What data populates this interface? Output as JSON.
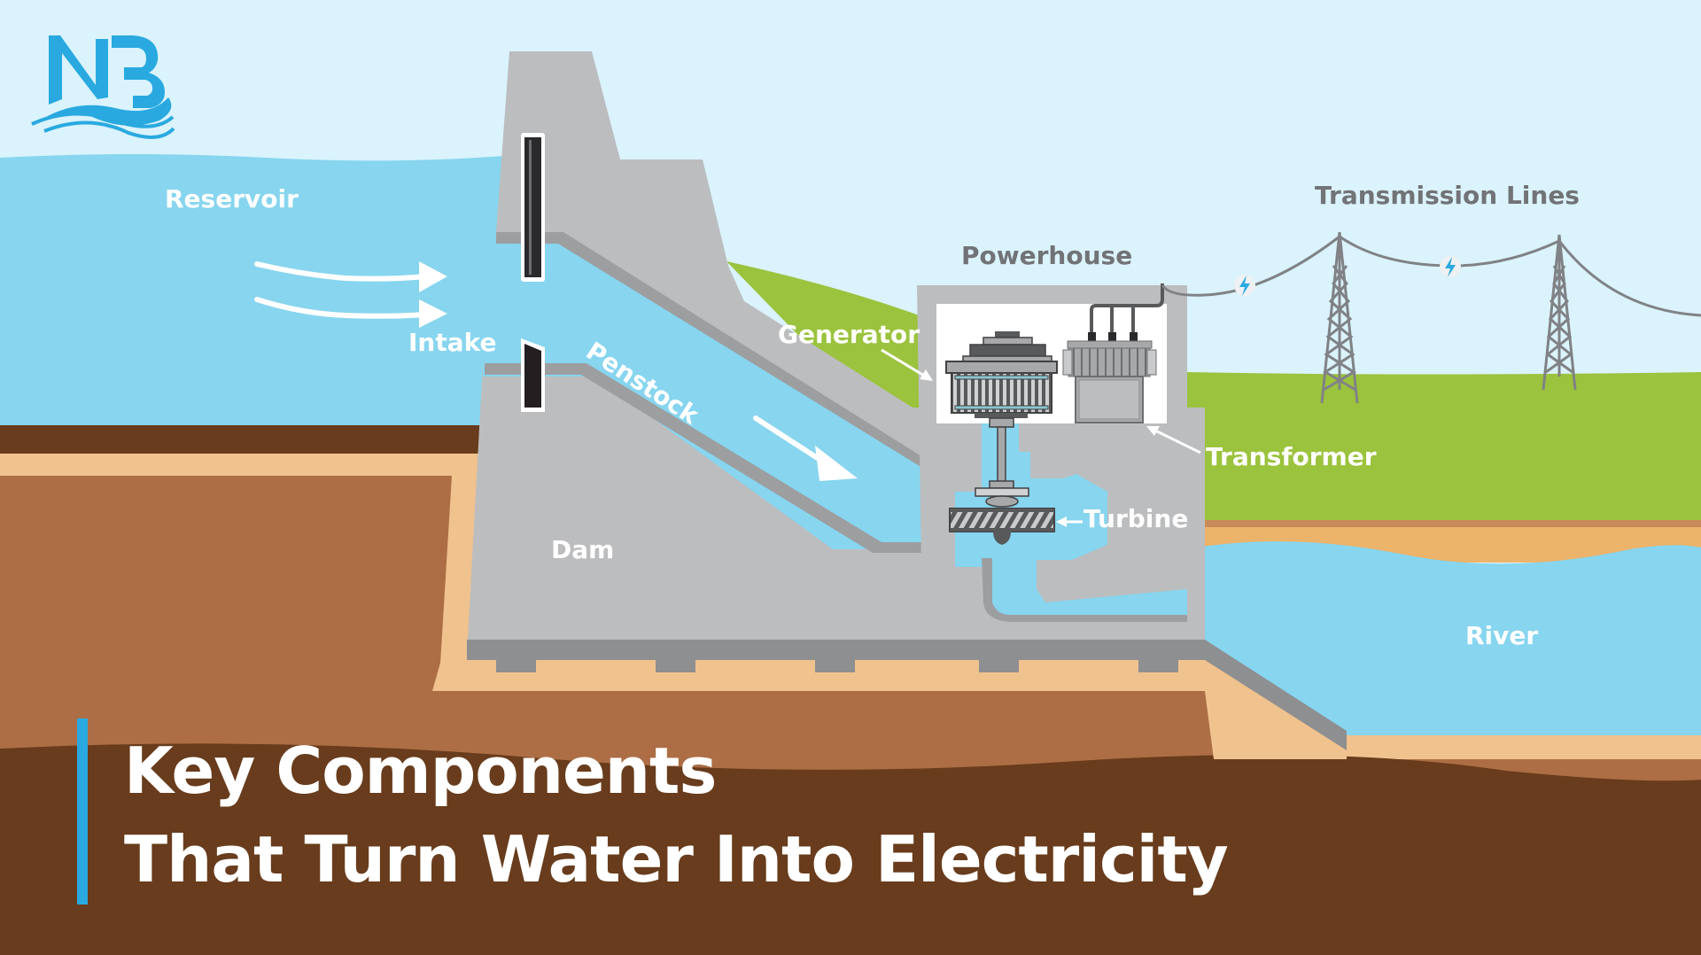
{
  "logo": {
    "text": "NB",
    "icon": "wave-logo-icon"
  },
  "labels": {
    "reservoir": "Reservoir",
    "intake": "Intake",
    "penstock": "Penstock",
    "dam": "Dam",
    "powerhouse": "Powerhouse",
    "generator": "Generator",
    "transformer": "Transformer",
    "turbine": "Turbine",
    "transmission_lines": "Transmission Lines",
    "river": "River"
  },
  "title": {
    "line1": "Key Components",
    "line2": "That Turn Water Into Electricity"
  },
  "colors": {
    "sky": "#daf3fd",
    "water": "#87d5ef",
    "concrete": "#bcbdbf",
    "concrete_dark": "#9d9ea0",
    "grass": "#9bc33d",
    "sand": "#f0c28e",
    "soil": "#ad6e45",
    "soil_dark": "#683c1c",
    "accent_blue": "#29a9e0",
    "label_grey": "#727376"
  },
  "icons": [
    "lightning-bolt-icon",
    "flow-arrow-icon",
    "transmission-tower-icon",
    "generator-icon",
    "transformer-icon",
    "turbine-icon"
  ]
}
